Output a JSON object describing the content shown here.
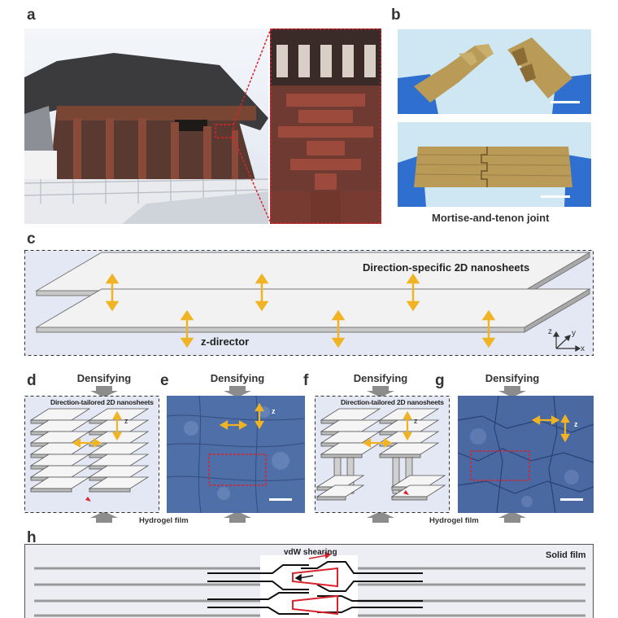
{
  "panels": {
    "a": {
      "label": "a"
    },
    "b": {
      "label": "b",
      "caption": "Mortise-and-tenon joint"
    },
    "c": {
      "label": "c",
      "top_label": "Direction-specific 2D nanosheets",
      "bottom_label": "z-director",
      "axes": {
        "z": "z",
        "y": "y",
        "x": "x"
      }
    },
    "d": {
      "label": "d",
      "densify": "Densifying",
      "inner_label": "Direction-tailored 2D nanosheets",
      "axis": "z"
    },
    "e": {
      "label": "e",
      "densify": "Densifying",
      "axis": "z"
    },
    "f": {
      "label": "f",
      "densify": "Densifying",
      "inner_label": "Direction-tailored 2D nanosheets",
      "axis": "z"
    },
    "g": {
      "label": "g",
      "densify": "Densifying",
      "axis": "z"
    },
    "hydrogel_label": "Hydrogel film",
    "h": {
      "label": "h",
      "shear_label": "vdW shearing",
      "solid_label": "Solid film"
    }
  },
  "colors": {
    "arrow": "#f0b323",
    "dashed_red": "#d9232d",
    "panel_bg": "#e4e8f4",
    "sem_blue": "#4f6fa8"
  }
}
